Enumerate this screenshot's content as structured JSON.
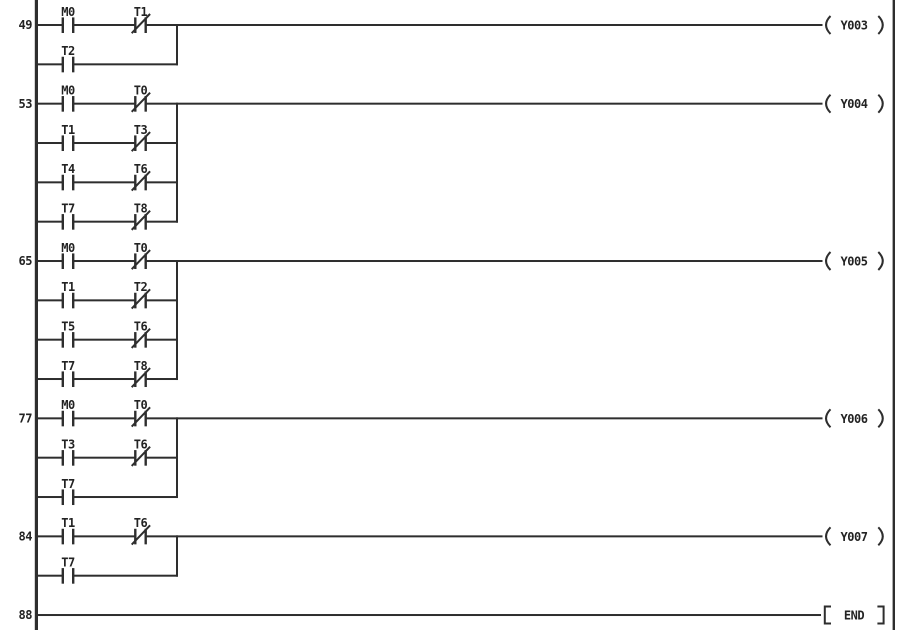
{
  "palette": {
    "background": "#ffffff",
    "line": "#2e2e2e",
    "text": "#232323"
  },
  "ladder": {
    "diagram_type": "plc-ladder-logic",
    "rungs": [
      {
        "step": "49",
        "output": {
          "label": "Y003",
          "symbol": "coil"
        },
        "branches": [
          {
            "contacts": [
              {
                "label": "M0",
                "type": "no"
              },
              {
                "label": "T1",
                "type": "nc"
              }
            ]
          },
          {
            "contacts": [
              {
                "label": "T2",
                "type": "no"
              }
            ]
          }
        ]
      },
      {
        "step": "53",
        "output": {
          "label": "Y004",
          "symbol": "coil"
        },
        "branches": [
          {
            "contacts": [
              {
                "label": "M0",
                "type": "no"
              },
              {
                "label": "T0",
                "type": "nc"
              }
            ]
          },
          {
            "contacts": [
              {
                "label": "T1",
                "type": "no"
              },
              {
                "label": "T3",
                "type": "nc"
              }
            ]
          },
          {
            "contacts": [
              {
                "label": "T4",
                "type": "no"
              },
              {
                "label": "T6",
                "type": "nc"
              }
            ]
          },
          {
            "contacts": [
              {
                "label": "T7",
                "type": "no"
              },
              {
                "label": "T8",
                "type": "nc"
              }
            ]
          }
        ]
      },
      {
        "step": "65",
        "output": {
          "label": "Y005",
          "symbol": "coil"
        },
        "branches": [
          {
            "contacts": [
              {
                "label": "M0",
                "type": "no"
              },
              {
                "label": "T0",
                "type": "nc"
              }
            ]
          },
          {
            "contacts": [
              {
                "label": "T1",
                "type": "no"
              },
              {
                "label": "T2",
                "type": "nc"
              }
            ]
          },
          {
            "contacts": [
              {
                "label": "T5",
                "type": "no"
              },
              {
                "label": "T6",
                "type": "nc"
              }
            ]
          },
          {
            "contacts": [
              {
                "label": "T7",
                "type": "no"
              },
              {
                "label": "T8",
                "type": "nc"
              }
            ]
          }
        ]
      },
      {
        "step": "77",
        "output": {
          "label": "Y006",
          "symbol": "coil"
        },
        "branches": [
          {
            "contacts": [
              {
                "label": "M0",
                "type": "no"
              },
              {
                "label": "T0",
                "type": "nc"
              }
            ]
          },
          {
            "contacts": [
              {
                "label": "T3",
                "type": "no"
              },
              {
                "label": "T6",
                "type": "nc"
              }
            ]
          },
          {
            "contacts": [
              {
                "label": "T7",
                "type": "no"
              }
            ]
          }
        ]
      },
      {
        "step": "84",
        "output": {
          "label": "Y007",
          "symbol": "coil"
        },
        "branches": [
          {
            "contacts": [
              {
                "label": "T1",
                "type": "no"
              },
              {
                "label": "T6",
                "type": "nc"
              }
            ]
          },
          {
            "contacts": [
              {
                "label": "T7",
                "type": "no"
              }
            ]
          }
        ]
      },
      {
        "step": "88",
        "output": {
          "label": "END",
          "symbol": "instruction"
        },
        "branches": [
          {
            "contacts": []
          }
        ]
      }
    ]
  }
}
